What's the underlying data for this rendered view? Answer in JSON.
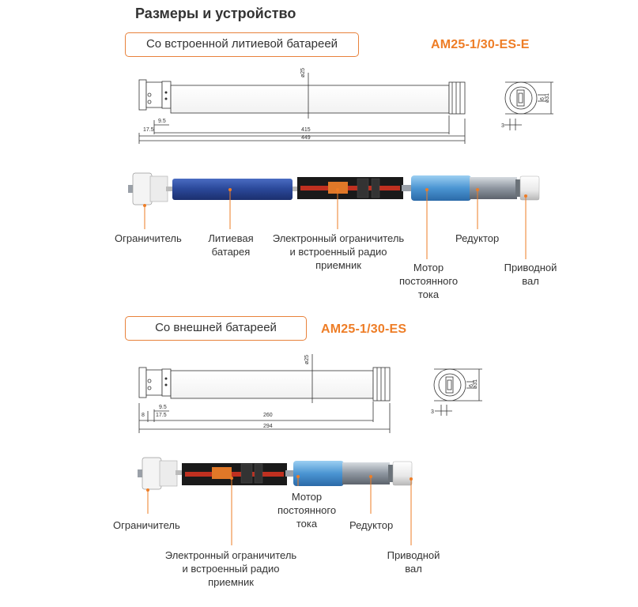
{
  "page_title": "Размеры и устройство",
  "section1": {
    "box_label": "Со встроенной литиевой батареей",
    "model": "AM25-1/30-ES-E",
    "dims": {
      "diameter": "ø25",
      "d9": "9.5",
      "d17": "17.5",
      "len_inner": "415",
      "len_total": "449",
      "end_dia": "ø31",
      "end_6": "6",
      "end_3": "3"
    },
    "labels": {
      "limiter": "Ограничитель",
      "battery": [
        "Литиевая",
        "батарея"
      ],
      "electronic": [
        "Электронный ограничитель",
        "и встроенный радио",
        "приемник"
      ],
      "motor": [
        "Мотор",
        "постоянного",
        "тока"
      ],
      "reducer": "Редуктор",
      "shaft": [
        "Приводной",
        "вал"
      ]
    }
  },
  "section2": {
    "box_label": "Со внешней батареей",
    "model": "AM25-1/30-ES",
    "dims": {
      "diameter": "ø25",
      "d8": "8",
      "d9": "9.5",
      "d17": "17.5",
      "len_inner": "260",
      "len_total": "294",
      "end_dia": "ø31",
      "end_6": "6",
      "end_3": "3"
    },
    "labels": {
      "limiter": "Ограничитель",
      "electronic": [
        "Электронный ограничитель",
        "и встроенный радио",
        "приемник"
      ],
      "motor": [
        "Мотор",
        "постоянного",
        "тока"
      ],
      "reducer": "Редуктор",
      "shaft": [
        "Приводной",
        "вал"
      ]
    }
  },
  "colors": {
    "accent": "#ee7d26",
    "box_border": "#e8823c",
    "battery_blue": "#2c4a9c",
    "motor_blue": "#5aa3dc",
    "gear_grey": "#8e96a0"
  }
}
